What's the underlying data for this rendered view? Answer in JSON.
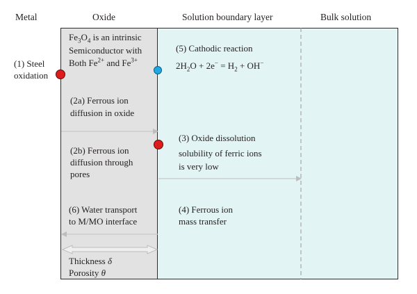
{
  "headers": {
    "metal": "Metal",
    "oxide": "Oxide",
    "boundary": "Solution boundary layer",
    "bulk": "Bulk solution"
  },
  "labels": {
    "steel_oxidation_1": "(1) Steel",
    "steel_oxidation_2": "oxidation",
    "fe3o4_formula": "Fe3O4",
    "fe3o4_line1_rest": " is an intrinsic",
    "fe3o4_line2": "Semiconductor with",
    "fe3o4_line3": "Both Fe2+ and Fe3+",
    "cathodic_reaction": "(5) Cathodic reaction",
    "cathodic_equation": "2H2O + 2e− = H2 + OH−",
    "diffusion_oxide_1": "(2a) Ferrous ion",
    "diffusion_oxide_2": "diffusion in oxide",
    "diffusion_pores_1": "(2b) Ferrous ion",
    "diffusion_pores_2": "diffusion through",
    "diffusion_pores_3": "pores",
    "dissolution_1": "(3) Oxide dissolution",
    "dissolution_2": "solubility of ferric ions",
    "dissolution_3": "is very low",
    "water_transport_1": "(6) Water transport",
    "water_transport_2": "to M/MO interface",
    "mass_transfer_1": "(4) Ferrous ion",
    "mass_transfer_2": "mass transfer",
    "thickness": "Thickness δ",
    "porosity": "Porosity θ"
  },
  "colors": {
    "oxide_fill": "#e2e2e2",
    "solution_fill": "#e3f4f4",
    "red_dot": "#e01b1b",
    "blue_dot": "#21a8e3",
    "arrow": "#c8c8c8"
  }
}
